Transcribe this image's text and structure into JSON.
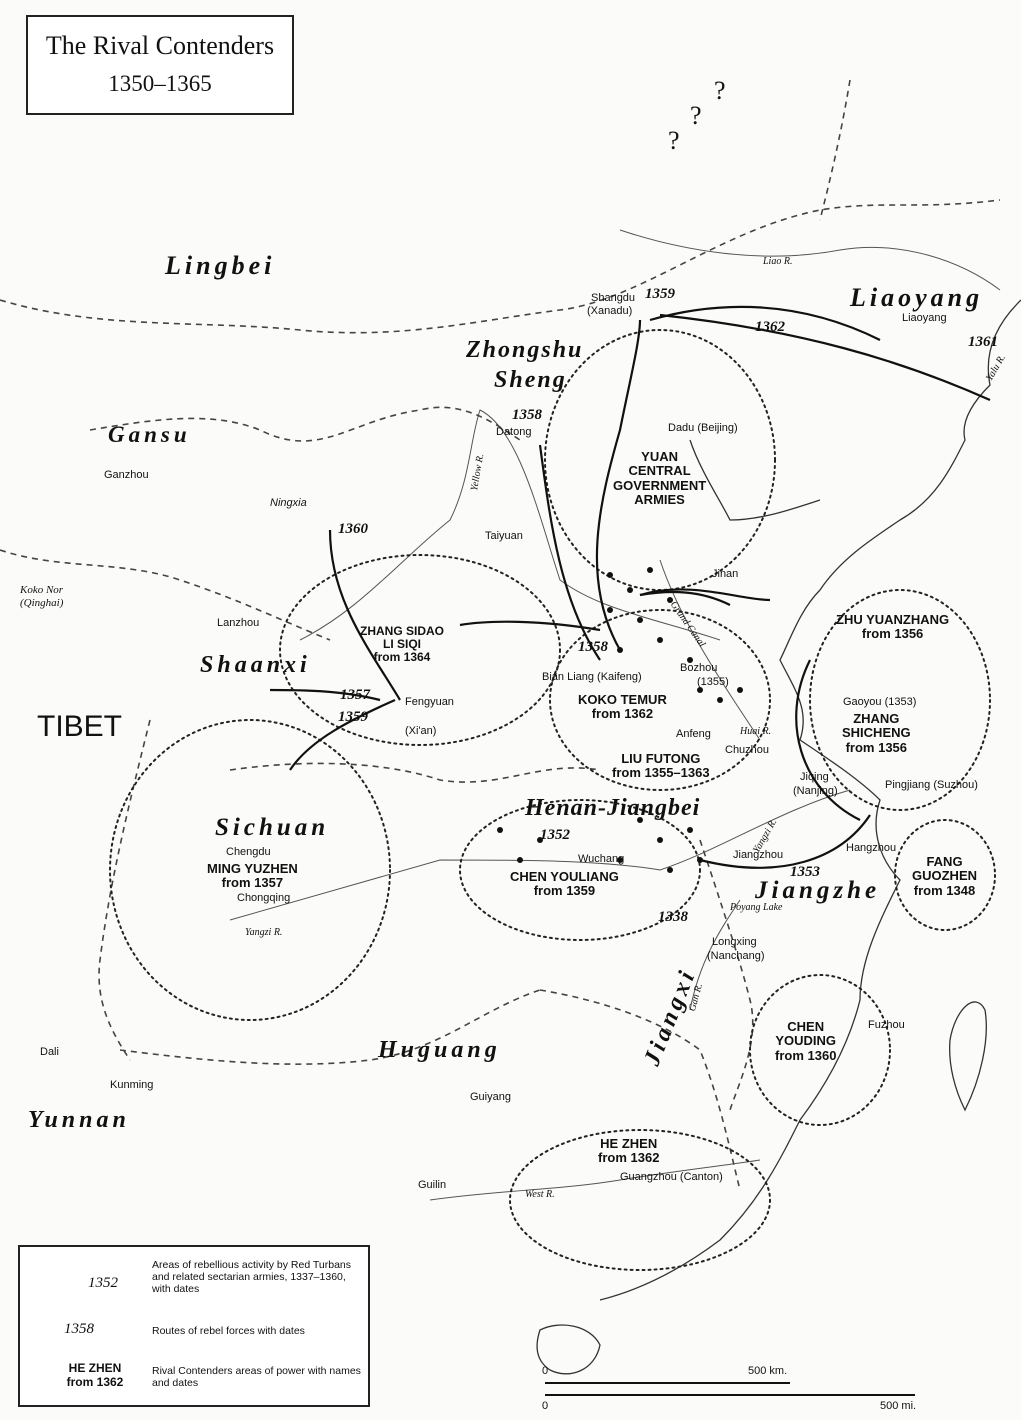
{
  "title": "The Rival Contenders",
  "subtitle": "1350–1365",
  "regions": {
    "lingbei": "Lingbei",
    "liaoyang": "Liaoyang",
    "zhongshu": "Zhongshu",
    "sheng": "Sheng",
    "gansu": "Gansu",
    "shaanxi": "Shaanxi",
    "tibet": "TIBET",
    "sichuan": "Sichuan",
    "henan": "Henan-Jiangbei",
    "jiangzhe": "Jiangzhe",
    "huguang": "Huguang",
    "jiangxi": "Jiangxi",
    "yunnan": "Yunnan"
  },
  "cities": {
    "shangdu": "Shangdu",
    "xanadu": "(Xanadu)",
    "liaoyang": "Liaoyang",
    "dadu": "Dadu (Beijing)",
    "datong": "Datong",
    "ganzhou": "Ganzhou",
    "ningxia": "Ningxia",
    "taiyuan": "Taiyuan",
    "jinan": "Jinan",
    "lanzhou": "Lanzhou",
    "bianliang": "Bian Liang (Kaifeng)",
    "bozhou": "Bozhou",
    "bozhou_year": "(1355)",
    "fengyuan": "Fengyuan",
    "xian": "(Xi'an)",
    "gaoyou": "Gaoyou (1353)",
    "anfeng": "Anfeng",
    "chuzhou": "Chuzhou",
    "jiqing": "Jiqing",
    "nanjing": "(Nanjing)",
    "pingjiang": "Pingjiang (Suzhou)",
    "hangzhou": "Hangzhou",
    "chengdu": "Chengdu",
    "chongqing": "Chongqing",
    "wuchang": "Wuchang",
    "jiangzhou": "Jiangzhou",
    "longxing": "Longxing",
    "nanchang": "(Nanchang)",
    "fuzhou": "Fuzhou",
    "dali": "Dali",
    "kunming": "Kunming",
    "guiyang": "Guiyang",
    "guilin": "Guilin",
    "guangzhou": "Guangzhou (Canton)"
  },
  "contenders": {
    "yuan": "YUAN\nCENTRAL\nGOVERNMENT\nARMIES",
    "zhangsidao": "ZHANG SIDAO\nLI SIQI\nfrom 1364",
    "koko": "KOKO TEMUR\nfrom 1362",
    "liufutong": "LIU FUTONG\nfrom 1355–1363",
    "zhuyuanzhang": "ZHU YUANZHANG\nfrom 1356",
    "zhangshicheng": "ZHANG\nSHICHENG\nfrom 1356",
    "fangguozhen": "FANG\nGUOZHEN\nfrom 1348",
    "mingyuzhen": "MING YUZHEN\nfrom 1357",
    "chenyouliang": "CHEN YOULIANG\nfrom 1359",
    "chenyouding": "CHEN\nYOUDING\nfrom 1360",
    "hezhen": "HE ZHEN\nfrom 1362"
  },
  "years": {
    "y1359_shangdu": "1359",
    "y1362": "1362",
    "y1361": "1361",
    "y1358_datong": "1358",
    "y1360": "1360",
    "y1358_bian": "1358",
    "y1357": "1357",
    "y1359_xian": "1359",
    "y1352": "1352",
    "y1353": "1353",
    "y1338": "1338"
  },
  "rivers": {
    "liao": "Liao R.",
    "yalu": "Yalu R.",
    "yellow": "Yellow R.",
    "grandcanal": "Grand Canal",
    "huai": "Huai R.",
    "yangzi": "Yangzi R.",
    "yangzi2": "Yangzi R.",
    "poyang": "Poyang Lake",
    "gan": "Gan R.",
    "west": "West R."
  },
  "kokonor": "Koko Nor",
  "qinghai": "(Qinghai)",
  "question_marks": "?",
  "legend": {
    "dots_year": "1352",
    "dots_text": "Areas of rebellious activity by Red Turbans and related sectarian armies, 1337–1360, with dates",
    "routes_year": "1358",
    "routes_text": "Routes of rebel forces with dates",
    "area_label": "HE ZHEN\nfrom 1362",
    "area_text": "Rival Contenders areas of power with names and dates"
  },
  "scale": {
    "zero1": "0",
    "km": "500 km.",
    "zero2": "0",
    "mi": "500 mi."
  }
}
